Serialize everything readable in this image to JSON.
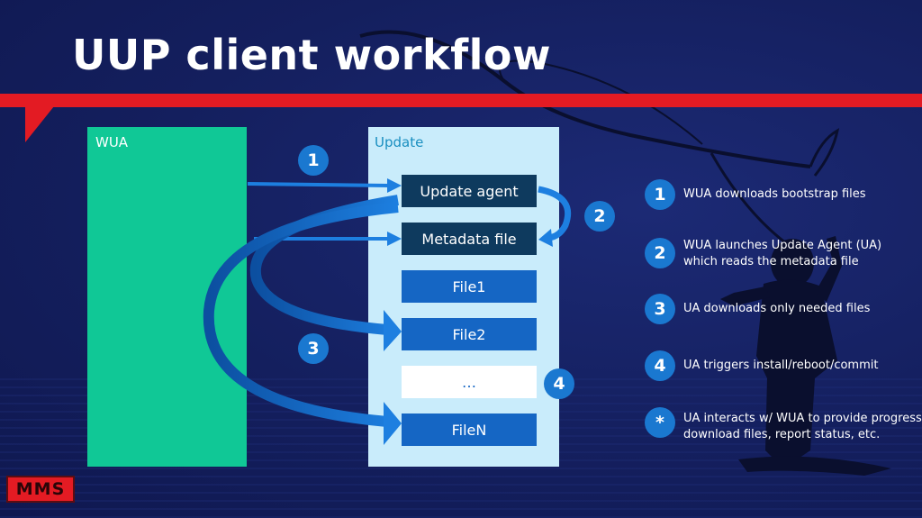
{
  "title": "UUP client workflow",
  "columns": {
    "wua": "WUA",
    "update": "Update"
  },
  "boxes": [
    "Update agent",
    "Metadata file",
    "File1",
    "File2",
    "…",
    "FileN"
  ],
  "flow_badges": [
    "1",
    "2",
    "3",
    "4"
  ],
  "legend": [
    {
      "badge": "1",
      "lines": [
        "WUA downloads bootstrap files"
      ]
    },
    {
      "badge": "2",
      "lines": [
        "WUA launches Update Agent (UA)",
        "which reads the metadata file"
      ]
    },
    {
      "badge": "3",
      "lines": [
        "UA downloads only needed files"
      ]
    },
    {
      "badge": "4",
      "lines": [
        "UA triggers install/reboot/commit"
      ]
    },
    {
      "badge": "*",
      "lines": [
        "UA interacts w/ WUA to provide progress,",
        "download files, report status, etc."
      ]
    }
  ],
  "logo": "MMS",
  "colors": {
    "background": "#131f5c",
    "accent_red": "#e31b23",
    "wua_green": "#10c896",
    "update_panel": "#c9ecfb",
    "badge_blue": "#1a78d0"
  }
}
